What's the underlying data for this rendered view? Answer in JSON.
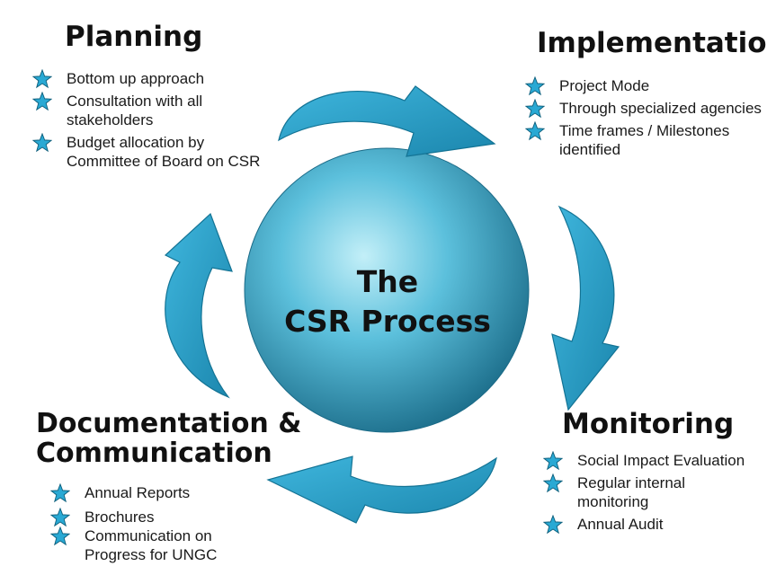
{
  "center": {
    "line1": "The",
    "line2": "CSR Process"
  },
  "colors": {
    "accent": "#29a9d4",
    "arrow_dark": "#1b86ad",
    "sphere_light": "#b9ecf6",
    "sphere_dark": "#1d6f8c"
  },
  "icons": {
    "bullet": "star-icon"
  },
  "sections": {
    "planning": {
      "title": "Planning",
      "items": [
        "Bottom up approach",
        "Consultation with all stakeholders",
        "Budget allocation by Committee of Board on CSR"
      ]
    },
    "implementation": {
      "title": "Implementation",
      "items": [
        "Project Mode",
        "Through specialized agencies",
        "Time frames / Milestones identified"
      ]
    },
    "monitoring": {
      "title": "Monitoring",
      "items": [
        "Social Impact Evaluation",
        "Regular internal monitoring",
        "Annual Audit"
      ]
    },
    "documentation": {
      "title_line1": "Documentation &",
      "title_line2": "Communication",
      "items": [
        "Annual Reports",
        "Brochures",
        "Communication on Progress for UNGC"
      ]
    }
  }
}
